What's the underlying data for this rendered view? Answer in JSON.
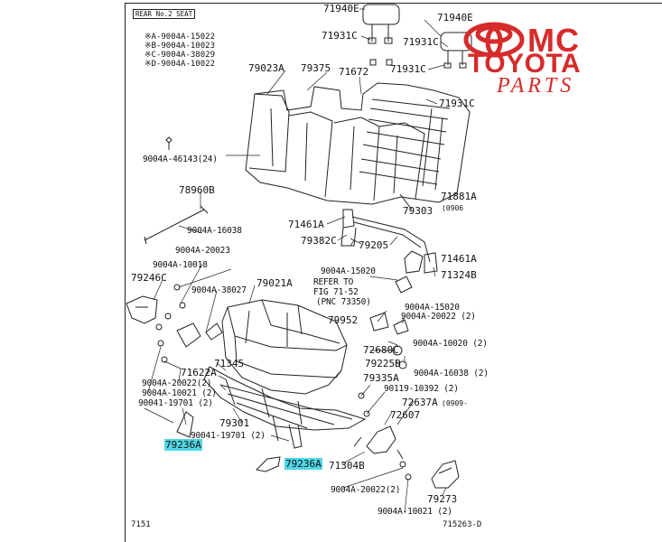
{
  "header": {
    "title": "REAR No.2 SEAT"
  },
  "legend": [
    "※A-9004A-15022",
    "※B-9004A-10023",
    "※C-9004A-38029",
    "※D-9004A-10022"
  ],
  "logo": {
    "line1": "MC",
    "line2": "TOYOTA",
    "line3": "PARTS",
    "color": "#d62b2b"
  },
  "highlight_color": "#4fd7e6",
  "labels": {
    "p71940e_1": "71940E",
    "p71940e_2": "71940E",
    "p71931c_1": "71931C",
    "p71931c_2": "71931C",
    "p71931c_3": "71931C",
    "p71931c_4": "71931C",
    "p79023a": "79023A",
    "p79375": "79375",
    "p71672": "71672",
    "p46143": "9004A-46143(24)",
    "p71881a": "71881A",
    "p71881a_note": "(0906",
    "p78960b": "78960B",
    "p16038a": "9004A-16038",
    "p79303": "79303",
    "p71461a_1": "71461A",
    "p79382c": "79382C",
    "p79205": "79205",
    "p71461a_2": "71461A",
    "p20023": "9004A-20023",
    "p10018": "9004A-10018",
    "p79246c": "79246C",
    "p15020a": "9004A-15020",
    "p71324b": "71324B",
    "refer1": "REFER TO",
    "refer2": "FIG 71-52",
    "refer3": "(PNC 73350)",
    "p38027": "9004A-38027",
    "p79021a": "79021A",
    "p15020b": "9004A-15020",
    "p20022a": "9004A-20022 (2)",
    "p79952": "79952",
    "p10020": "9004A-10020 (2)",
    "p72680c": "72680C",
    "p79225b": "79225B",
    "p16038b": "9004A-16038 (2)",
    "p71345": "71345",
    "p71622a": "71622A",
    "p79335a": "79335A",
    "p10392": "90119-10392 (2)",
    "p20022b": "9004A-20022(2)",
    "p10021a": "9004A-10021 (2)",
    "p72637a": "72637A",
    "p72637a_note": "(0909-",
    "p19701a": "90041-19701 (2)",
    "p72607": "72607",
    "p79301": "79301",
    "p19701b": "90041-19701 (2)",
    "p79236a_1": "79236A",
    "p79236a_2": "79236A",
    "p71304b": "71304B",
    "p20022c": "9004A-20022(2)",
    "p79273": "79273",
    "p10021b": "9004A-10021 (2)",
    "footer_left": "7151",
    "footer_right": "715263-D"
  }
}
